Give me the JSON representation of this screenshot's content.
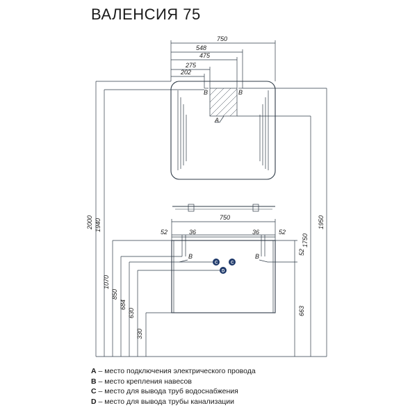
{
  "title": "ВАЛЕНСИЯ 75",
  "mirror": {
    "top_dims": [
      "750",
      "548",
      "475",
      "275",
      "202"
    ],
    "mount_labels": [
      "B",
      "B"
    ],
    "socket_label": "A"
  },
  "cabinet": {
    "top_dims": [
      "750",
      "52",
      "36",
      "36",
      "52"
    ],
    "mount_labels": [
      "B",
      "B"
    ],
    "pipe_labels": [
      "C",
      "C",
      "D"
    ]
  },
  "left_dims": [
    "2000",
    "1940",
    "1070",
    "850",
    "684",
    "630",
    "330"
  ],
  "right_dims": [
    "1950",
    "1750",
    "52",
    "663"
  ],
  "legend": [
    {
      "key": "A",
      "text": " – место подключения электрического провода"
    },
    {
      "key": "B",
      "text": " – место крепления навесов"
    },
    {
      "key": "C",
      "text": " – место для вывода труб водоснабжения"
    },
    {
      "key": "D",
      "text": " – место для вывода трубы канализации"
    }
  ],
  "colors": {
    "line": "#2e3a46",
    "marker": "#1f3a6b"
  }
}
